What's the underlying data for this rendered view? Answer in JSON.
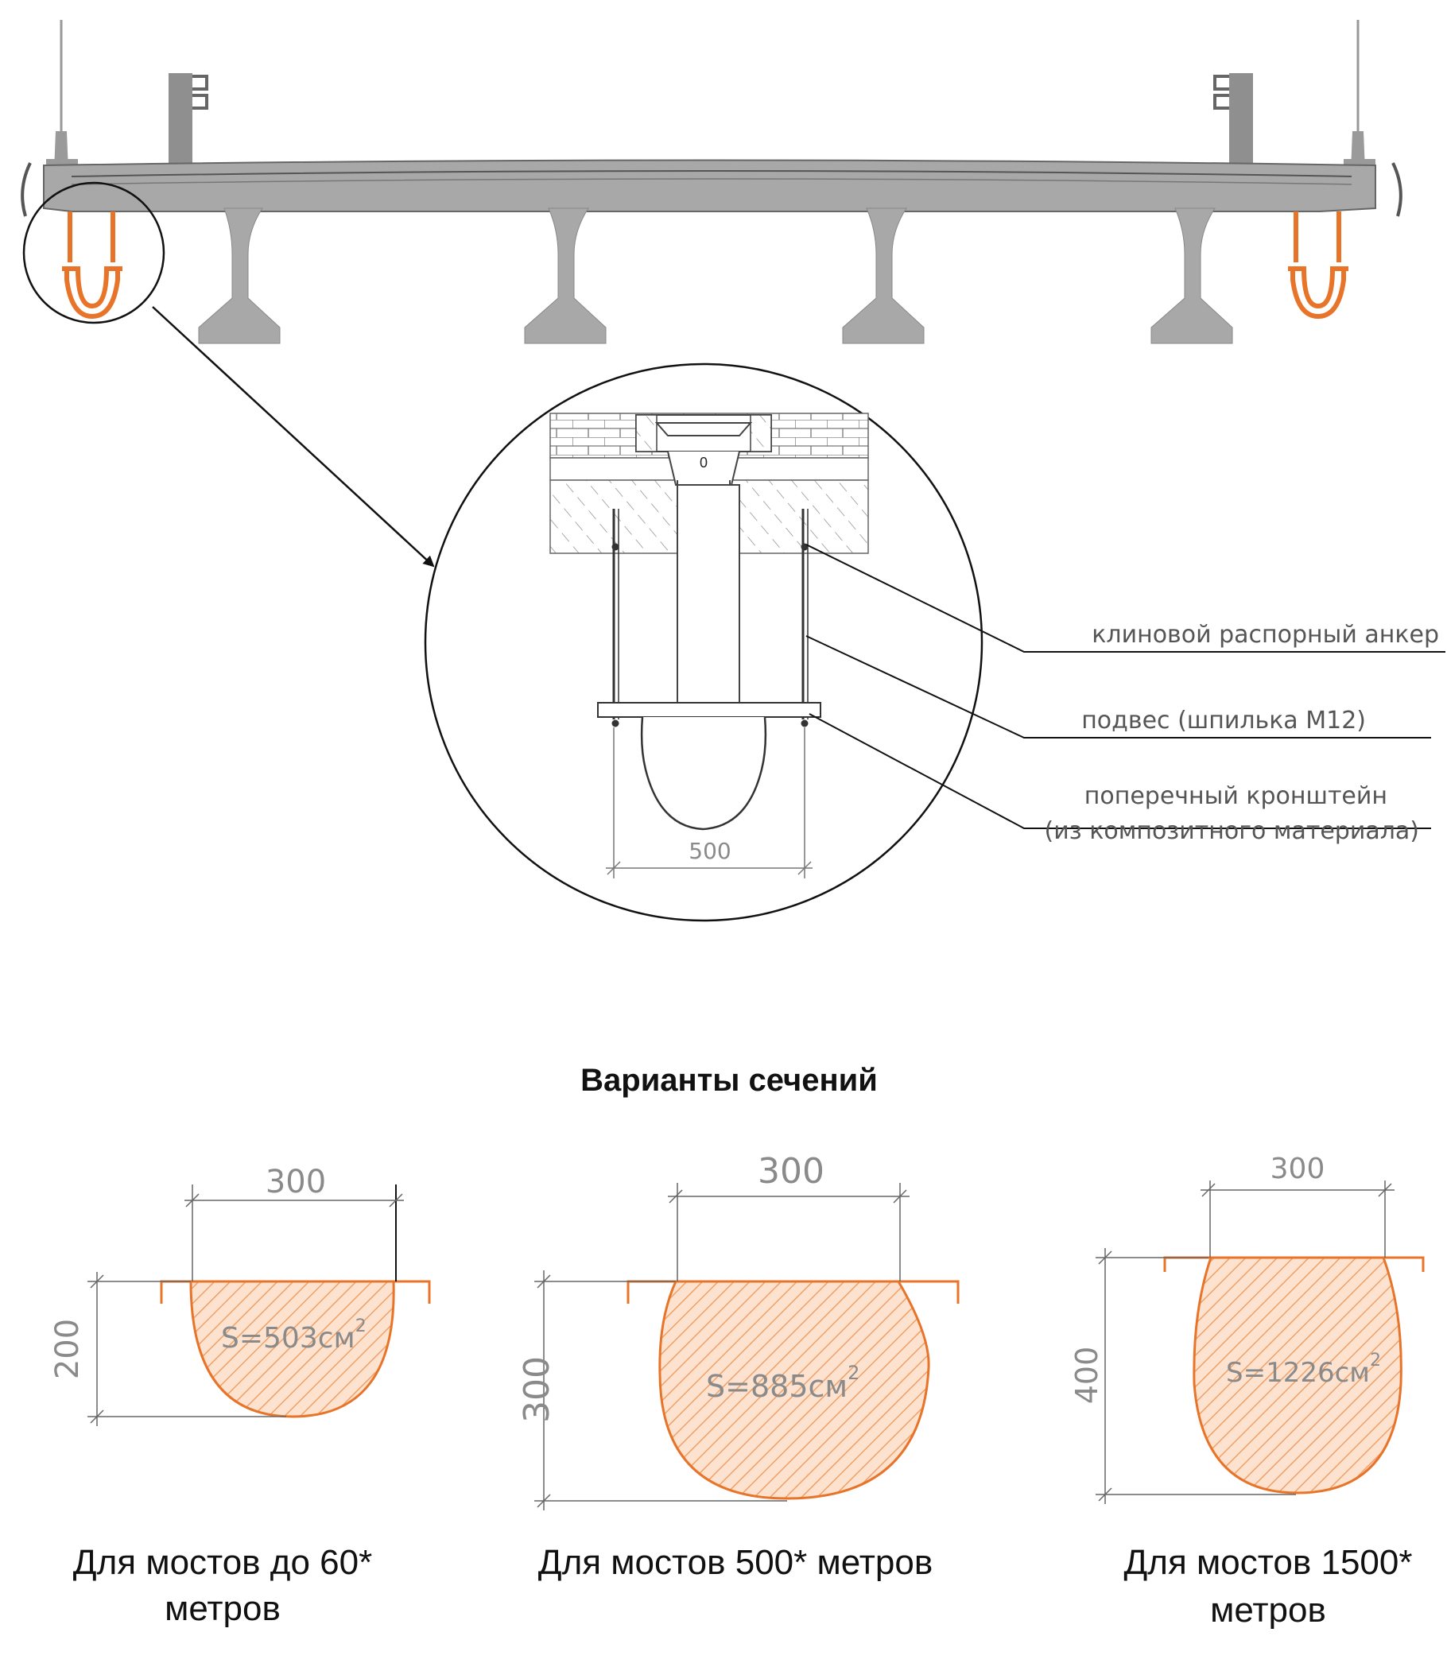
{
  "detail": {
    "dim_width": "500",
    "marker": "0",
    "labels": {
      "anchor": "клиновой распорный анкер",
      "hanger": "подвес (шпилька М12)",
      "bracket_line1": "поперечный кронштейн",
      "bracket_line2": "(из композитного материала)"
    }
  },
  "sections_title": "Варианты сечений",
  "sections": [
    {
      "width": "300",
      "height": "200",
      "area": "S=503см",
      "area_exp": "2",
      "caption_line1": "Для мостов до 60*",
      "caption_line2": "метров"
    },
    {
      "width": "300",
      "height": "300",
      "area": "S=885см",
      "area_exp": "2",
      "caption_line1": "Для мостов 500* метров",
      "caption_line2": ""
    },
    {
      "width": "300",
      "height": "400",
      "area": "S=1226см",
      "area_exp": "2",
      "caption_line1": "Для мостов 1500*",
      "caption_line2": "метров"
    }
  ],
  "colors": {
    "accent": "#e8742a",
    "hatch": "#f3a86e",
    "concrete": "#a8a8a8",
    "line": "#111111",
    "dimension": "#8a8a8a"
  }
}
